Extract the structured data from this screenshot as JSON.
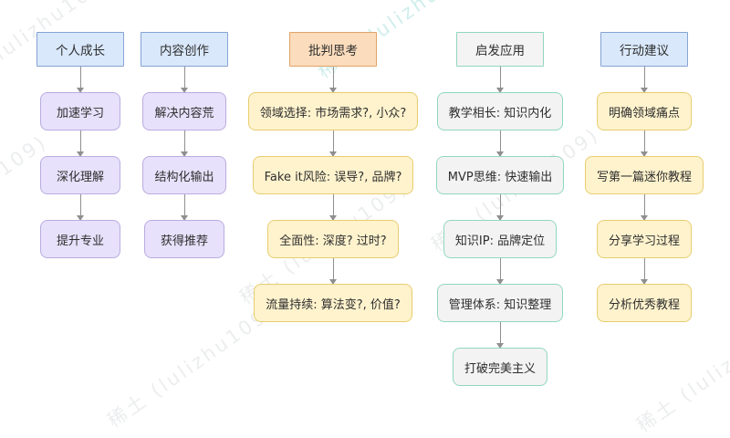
{
  "diagram": {
    "type": "flowchart",
    "orientation": "vertical-columns"
  },
  "colors": {
    "header_blue_fill": "#d9e8fb",
    "header_blue_stroke": "#85a3d6",
    "header_orange_fill": "#fbdcbc",
    "header_orange_stroke": "#e0a368",
    "header_green_fill": "#f4f4f4",
    "header_green_stroke": "#90d7bf",
    "node_purple_fill": "#e7e1fb",
    "node_purple_stroke": "#b9ace0",
    "node_yellow_fill": "#fff3cd",
    "node_yellow_stroke": "#e8cd6e",
    "node_green_fill": "#f3f3f3",
    "node_green_stroke": "#90d7bf",
    "arrow": "#8f8f8f",
    "background": "#ffffff"
  },
  "watermark": {
    "text": "稀土 (lulizhu109)"
  },
  "columns": [
    {
      "header": "个人成长",
      "header_style": "blue",
      "item_style": "purple",
      "items": [
        "加速学习",
        "深化理解",
        "提升专业"
      ]
    },
    {
      "header": "内容创作",
      "header_style": "blue",
      "item_style": "purple",
      "items": [
        "解决内容荒",
        "结构化输出",
        "获得推荐"
      ]
    },
    {
      "header": "批判思考",
      "header_style": "orange",
      "item_style": "yellow",
      "items": [
        "领域选择: 市场需求?, 小众?",
        "Fake it风险: 误导?, 品牌?",
        "全面性: 深度? 过时?",
        "流量持续: 算法变?, 价值?"
      ]
    },
    {
      "header": "启发应用",
      "header_style": "green",
      "item_style": "green",
      "items": [
        "教学相长: 知识内化",
        "MVP思维: 快速输出",
        "知识IP: 品牌定位",
        "管理体系: 知识整理",
        "打破完美主义"
      ]
    },
    {
      "header": "行动建议",
      "header_style": "blue",
      "item_style": "yellow",
      "items": [
        "明确领域痛点",
        "写第一篇迷你教程",
        "分享学习过程",
        "分析优秀教程"
      ]
    }
  ]
}
